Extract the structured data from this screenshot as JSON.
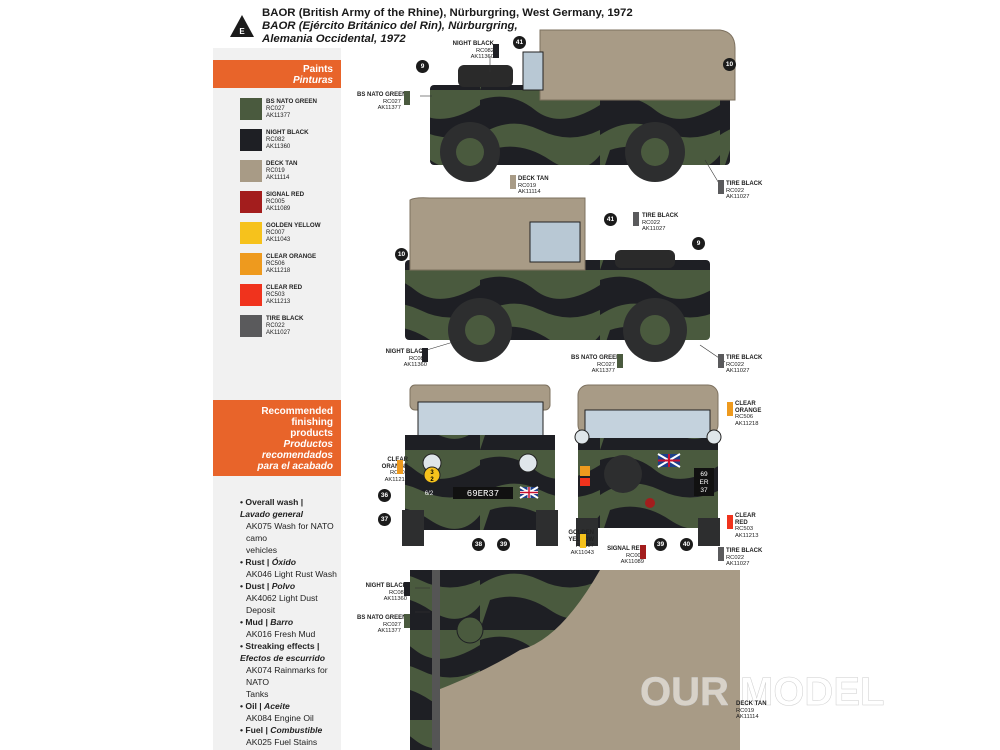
{
  "badge": "E",
  "title": {
    "en": "BAOR (British Army of the Rhine), Nürburgring, West Germany, 1972",
    "es_line1": "BAOR (Ejército Británico del Rin), Nürburgring,",
    "es_line2": "Alemania Occidental, 1972"
  },
  "sidebar": {
    "paints_header": {
      "en": "Paints",
      "es": "Pinturas"
    },
    "paints": [
      {
        "name": "BS NATO GREEN",
        "code1": "RC027",
        "code2": "AK11377",
        "color": "#4a5a3e"
      },
      {
        "name": "NIGHT BLACK",
        "code1": "RC082",
        "code2": "AK11360",
        "color": "#1e1f24"
      },
      {
        "name": "DECK TAN",
        "code1": "RC019",
        "code2": "AK11114",
        "color": "#a89b86"
      },
      {
        "name": "SIGNAL RED",
        "code1": "RC005",
        "code2": "AK11089",
        "color": "#a31d1d"
      },
      {
        "name": "GOLDEN YELLOW",
        "code1": "RC007",
        "code2": "AK11043",
        "color": "#f6c21c"
      },
      {
        "name": "CLEAR ORANGE",
        "code1": "RC506",
        "code2": "AK11218",
        "color": "#ee9a1e"
      },
      {
        "name": "CLEAR RED",
        "code1": "RC503",
        "code2": "AK11213",
        "color": "#f0331d"
      },
      {
        "name": "TIRE BLACK",
        "code1": "RC022",
        "code2": "AK11027",
        "color": "#5a5a5c"
      }
    ],
    "finishing_header": {
      "en1": "Recommended",
      "en2": "finishing",
      "en3": "products",
      "es1": "Productos",
      "es2": "recomendados",
      "es3": "para el acabado"
    },
    "finishing": [
      {
        "en": "Overall wash |",
        "es": "Lavado general",
        "product": "AK075 Wash for NATO camo",
        "product2": "vehicles"
      },
      {
        "en": "Rust |",
        "es": "Óxido",
        "product": "AK046 Light Rust Wash"
      },
      {
        "en": "Dust |",
        "es": "Polvo",
        "product": "AK4062 Light Dust Deposit"
      },
      {
        "en": "Mud |",
        "es": "Barro",
        "product": "AK016 Fresh Mud"
      },
      {
        "en": "Streaking effects |",
        "es": "Efectos de escurrido",
        "product": "AK074 Rainmarks for NATO",
        "product2": "Tanks"
      },
      {
        "en": "Oil |",
        "es": "Aceite",
        "product": "AK084 Engine Oil"
      },
      {
        "en": "Fuel |",
        "es": "Combustible",
        "product": "AK025 Fuel Stains"
      }
    ]
  },
  "callouts": {
    "v1_night_black": {
      "name": "NIGHT BLACK",
      "code1": "RC082",
      "code2": "AK11360"
    },
    "v1_nato_green": {
      "name": "BS NATO GREEN",
      "code1": "RC027",
      "code2": "AK11377"
    },
    "v1_deck_tan": {
      "name": "DECK TAN",
      "code1": "RC019",
      "code2": "AK11114"
    },
    "v1_tire_black": {
      "name": "TIRE BLACK",
      "code1": "RC022",
      "code2": "AK11027"
    },
    "v2_tire_black_top": {
      "name": "TIRE BLACK",
      "code1": "RC022",
      "code2": "AK11027"
    },
    "v2_night_black": {
      "name": "NIGHT BLACK",
      "code1": "RC082",
      "code2": "AK11360"
    },
    "v2_nato_green": {
      "name": "BS NATO GREEN",
      "code1": "RC027",
      "code2": "AK11377"
    },
    "v2_tire_black": {
      "name": "TIRE BLACK",
      "code1": "RC022",
      "code2": "AK11027"
    },
    "v3_clear_orange": {
      "name1": "CLEAR",
      "name2": "ORANGE",
      "code1": "RC506",
      "code2": "AK11218"
    },
    "v4_clear_orange": {
      "name1": "CLEAR",
      "name2": "ORANGE",
      "code1": "RC506",
      "code2": "AK11218"
    },
    "v4_clear_red": {
      "name1": "CLEAR",
      "name2": "RED",
      "code1": "RC503",
      "code2": "AK11213"
    },
    "v4_tire_black": {
      "name": "TIRE BLACK",
      "code1": "RC022",
      "code2": "AK11027"
    },
    "v4_golden_yellow": {
      "name1": "GOLDEN",
      "name2": "YELLOW",
      "code1": "RC007",
      "code2": "AK11043"
    },
    "v4_signal_red": {
      "name": "SIGNAL RED",
      "code1": "RC005",
      "code2": "AK11089"
    },
    "v5_night_black": {
      "name": "NIGHT BLACK",
      "code1": "RC082",
      "code2": "AK11360"
    },
    "v5_nato_green": {
      "name": "BS NATO GREEN",
      "code1": "RC027",
      "code2": "AK11377"
    },
    "v5_deck_tan": {
      "name": "DECK TAN",
      "code1": "RC019",
      "code2": "AK11114"
    }
  },
  "numbers": [
    "41",
    "9",
    "10",
    "10",
    "41",
    "9",
    "36",
    "37",
    "38",
    "39",
    "39",
    "40"
  ],
  "plates": {
    "front": "69ER37",
    "front_small": "6/2",
    "rear_l1": "69",
    "rear_l2": "ER",
    "rear_l3": "37",
    "bridge_top": "3",
    "bridge_bot": "2"
  },
  "watermark": "OUR MODEL"
}
